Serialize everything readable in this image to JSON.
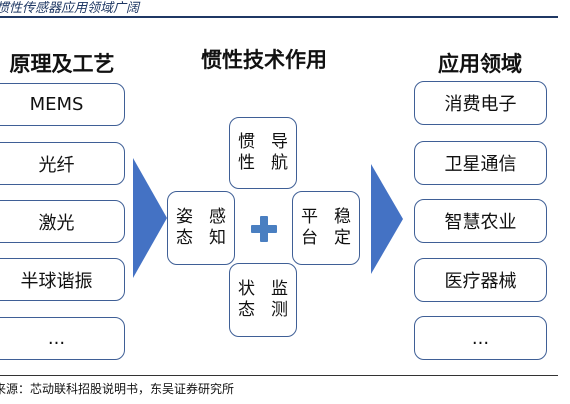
{
  "title": "惯性传感器应用领域广阔",
  "source": "来源：芯动联科招股说明书，东吴证券研究所",
  "columns": {
    "left": {
      "heading": "原理及工艺",
      "items": [
        "MEMS",
        "光纤",
        "激光",
        "半球谐振",
        "..."
      ]
    },
    "center": {
      "heading": "惯性技术作用",
      "top": [
        "惯性",
        "导航"
      ],
      "left": [
        "姿态",
        "感知"
      ],
      "right": [
        "平台",
        "稳定"
      ],
      "bottom": [
        "状态",
        "监测"
      ]
    },
    "right": {
      "heading": "应用领域",
      "items": [
        "消费电子",
        "卫星通信",
        "智慧农业",
        "医疗器械",
        "..."
      ]
    }
  },
  "colors": {
    "arrow": "#4472c4",
    "plus": "#4a7fc1",
    "box_border": "#3f5f96",
    "title": "#1f3864"
  }
}
